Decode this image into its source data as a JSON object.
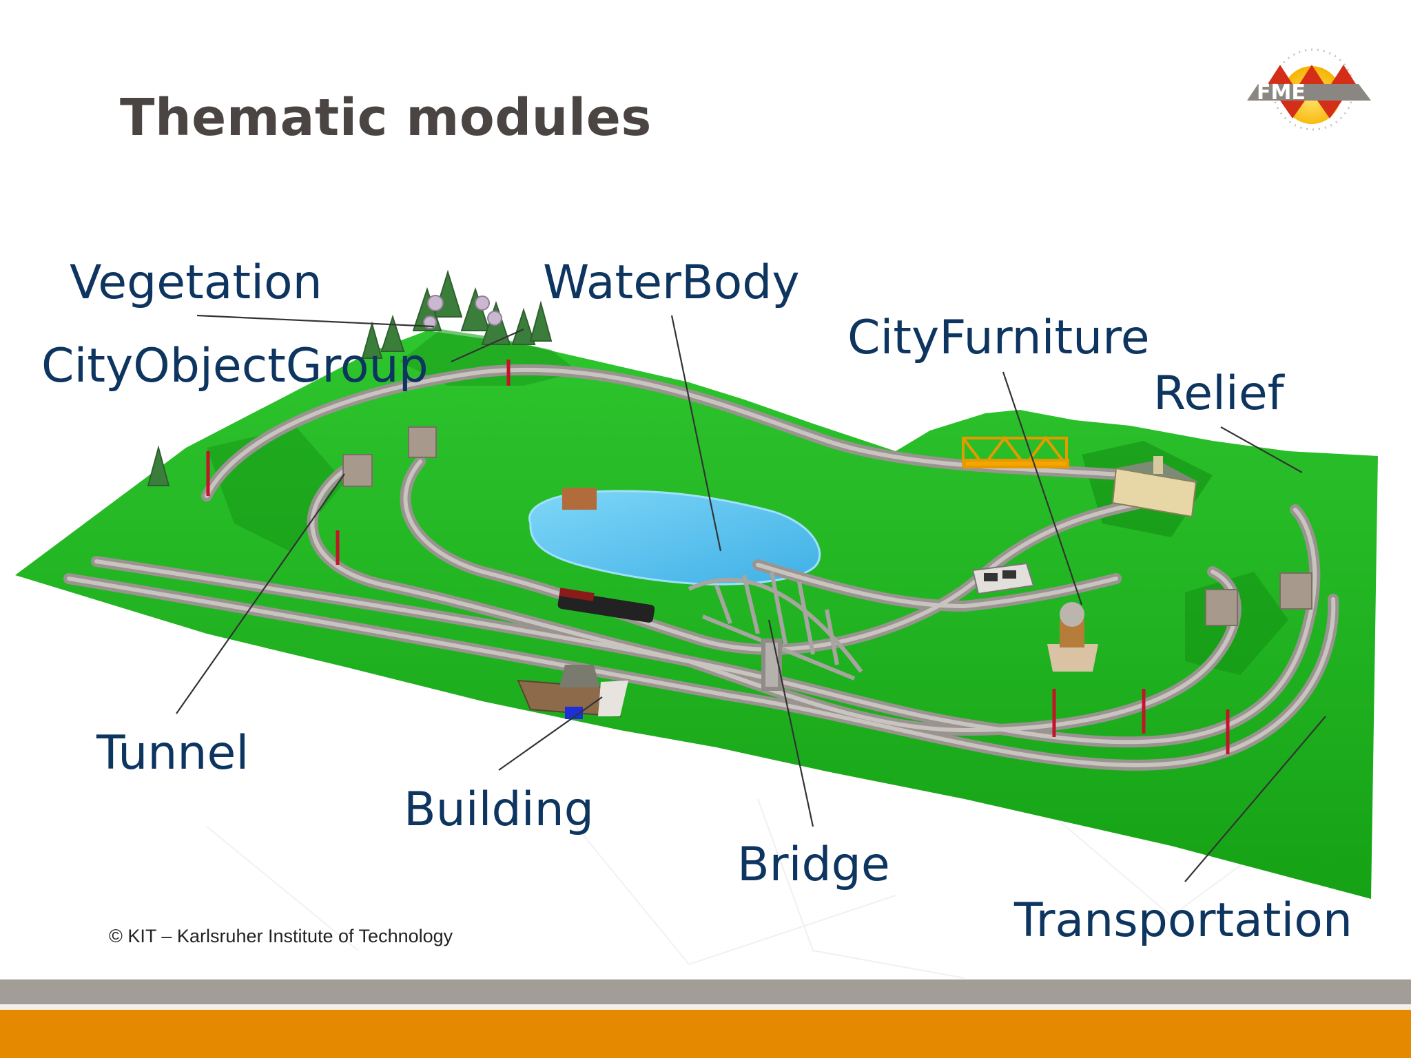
{
  "slide": {
    "title": "Thematic modules",
    "copyright": "© KIT – Karlsruher Institute of Technology"
  },
  "logo": {
    "text": "FME",
    "colors": {
      "grey": "#7c7874",
      "red": "#d42d18",
      "sun": "#f6b300"
    }
  },
  "labels": {
    "vegetation": "Vegetation",
    "cityobjectgroup": "CityObjectGroup",
    "waterbody": "WaterBody",
    "cityfurniture": "CityFurniture",
    "relief": "Relief",
    "tunnel": "Tunnel",
    "building": "Building",
    "bridge": "Bridge",
    "transportation": "Transportation"
  },
  "colors": {
    "title": "#4a4542",
    "label": "#0d3560",
    "terrain": "#1fb21f",
    "water": "#5ac3ee",
    "track": "#b3aeaa",
    "band_grey": "#a39d97",
    "band_orange": "#e58a00"
  }
}
